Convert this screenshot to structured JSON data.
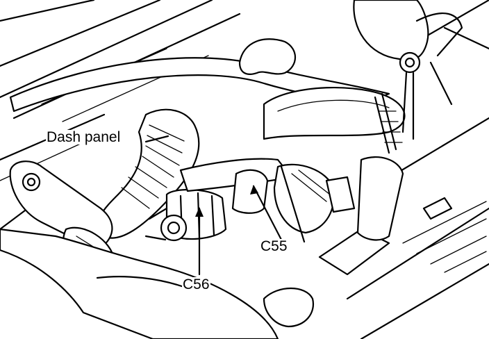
{
  "labels": {
    "dash_panel": "Dash panel",
    "c55": "C55",
    "c56": "C56"
  },
  "colors": {
    "ink": "#000000",
    "paper": "#ffffff"
  }
}
